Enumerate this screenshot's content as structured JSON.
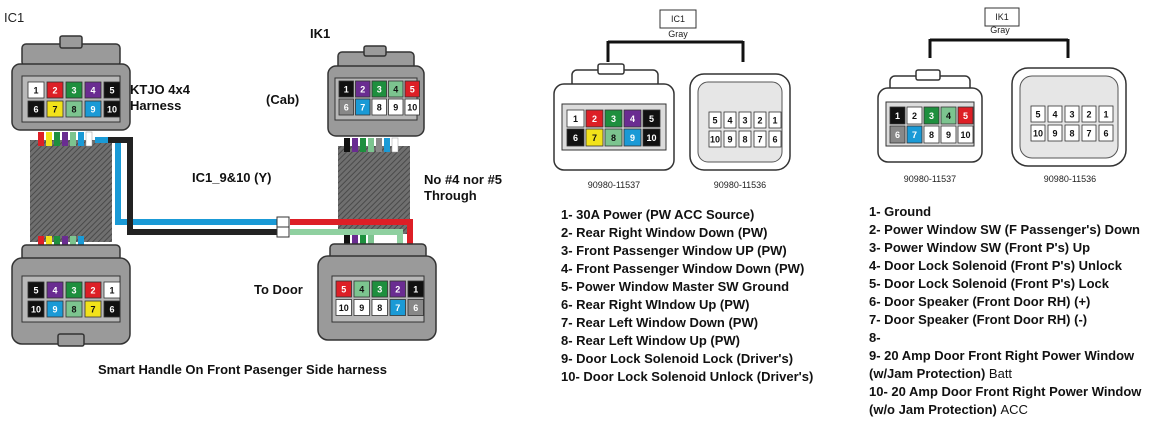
{
  "left": {
    "ic1_title": "IC1",
    "ik1_title": "IK1",
    "harness_line1": "KTJO 4x4",
    "harness_line2": "Harness",
    "cab": "(Cab)",
    "ic1_wire": "IC1_9&10 (Y)",
    "no45_line1": "No #4 nor #5",
    "no45_line2": "Through",
    "to_door": "To Door",
    "caption": "Smart Handle On Front Pasenger Side harness"
  },
  "connectors": {
    "ic1_top": {
      "row1": [
        {
          "n": "1",
          "color": "#ffffff"
        },
        {
          "n": "2",
          "color": "#dd1f26"
        },
        {
          "n": "3",
          "color": "#1e8f3e"
        },
        {
          "n": "4",
          "color": "#6a2c91"
        },
        {
          "n": "5",
          "color": "#111111"
        }
      ],
      "row2": [
        {
          "n": "6",
          "color": "#111111"
        },
        {
          "n": "7",
          "color": "#f2e21a"
        },
        {
          "n": "8",
          "color": "#7cc48f"
        },
        {
          "n": "9",
          "color": "#1a9ad6"
        },
        {
          "n": "10",
          "color": "#111111"
        }
      ]
    },
    "ic1_bottom": {
      "row1": [
        {
          "n": "5",
          "color": "#111111"
        },
        {
          "n": "4",
          "color": "#6a2c91"
        },
        {
          "n": "3",
          "color": "#1e8f3e"
        },
        {
          "n": "2",
          "color": "#dd1f26"
        },
        {
          "n": "1",
          "color": "#ffffff"
        }
      ],
      "row2": [
        {
          "n": "10",
          "color": "#111111"
        },
        {
          "n": "9",
          "color": "#1a9ad6"
        },
        {
          "n": "8",
          "color": "#7cc48f"
        },
        {
          "n": "7",
          "color": "#f2e21a"
        },
        {
          "n": "6",
          "color": "#111111"
        }
      ]
    },
    "ik1_top": {
      "row1": [
        {
          "n": "1",
          "color": "#111111"
        },
        {
          "n": "2",
          "color": "#6a2c91"
        },
        {
          "n": "3",
          "color": "#1e8f3e"
        },
        {
          "n": "4",
          "color": "#7cc48f"
        },
        {
          "n": "5",
          "color": "#dd1f26"
        }
      ],
      "row2": [
        {
          "n": "6",
          "color": "#888888"
        },
        {
          "n": "7",
          "color": "#1a9ad6"
        },
        {
          "n": "8",
          "color": "#ffffff"
        },
        {
          "n": "9",
          "color": "#ffffff"
        },
        {
          "n": "10",
          "color": "#ffffff"
        }
      ]
    },
    "ik1_bottom": {
      "row1": [
        {
          "n": "5",
          "color": "#dd1f26"
        },
        {
          "n": "4",
          "color": "#7cc48f"
        },
        {
          "n": "3",
          "color": "#1e8f3e"
        },
        {
          "n": "2",
          "color": "#6a2c91"
        },
        {
          "n": "1",
          "color": "#111111"
        }
      ],
      "row2": [
        {
          "n": "10",
          "color": "#ffffff"
        },
        {
          "n": "9",
          "color": "#ffffff"
        },
        {
          "n": "8",
          "color": "#ffffff"
        },
        {
          "n": "7",
          "color": "#1a9ad6"
        },
        {
          "n": "6",
          "color": "#888888"
        }
      ]
    },
    "ic1_pin": {
      "row1": [
        {
          "n": "1",
          "color": "#ffffff"
        },
        {
          "n": "2",
          "color": "#dd1f26"
        },
        {
          "n": "3",
          "color": "#1e8f3e"
        },
        {
          "n": "4",
          "color": "#6a2c91"
        },
        {
          "n": "5",
          "color": "#111111"
        }
      ],
      "row2": [
        {
          "n": "6",
          "color": "#111111"
        },
        {
          "n": "7",
          "color": "#f2e21a"
        },
        {
          "n": "8",
          "color": "#7cc48f"
        },
        {
          "n": "9",
          "color": "#1a9ad6"
        },
        {
          "n": "10",
          "color": "#111111"
        }
      ]
    },
    "ik1_pin": {
      "row1": [
        {
          "n": "1",
          "color": "#111111"
        },
        {
          "n": "2",
          "color": "#ffffff"
        },
        {
          "n": "3",
          "color": "#1e8f3e"
        },
        {
          "n": "4",
          "color": "#7cc48f"
        },
        {
          "n": "5",
          "color": "#dd1f26"
        }
      ],
      "row2": [
        {
          "n": "6",
          "color": "#888888"
        },
        {
          "n": "7",
          "color": "#1a9ad6"
        },
        {
          "n": "8",
          "color": "#ffffff"
        },
        {
          "n": "9",
          "color": "#ffffff"
        },
        {
          "n": "10",
          "color": "#ffffff"
        }
      ]
    },
    "ic1_socket": {
      "row1": [
        "5",
        "4",
        "3",
        "2",
        "1"
      ],
      "row2": [
        "10",
        "9",
        "8",
        "7",
        "6"
      ]
    },
    "ik1_socket": {
      "row1": [
        "5",
        "4",
        "3",
        "2",
        "1"
      ],
      "row2": [
        "10",
        "9",
        "8",
        "7",
        "6"
      ]
    }
  },
  "wire_colors": {
    "blue": "#1a9ad6",
    "black": "#222222",
    "red": "#dd1f26",
    "light_green": "#8fd0a0"
  },
  "middle": {
    "ic1_box": "IC1",
    "ic1_color": "Gray",
    "ic1_part_a": "90980-11537",
    "ic1_part_b": "90980-11536",
    "ic1_list": [
      "1- 30A Power (PW ACC Source)",
      "2- Rear Right Window Down (PW)",
      "3- Front Passenger Window UP (PW)",
      "4- Front Passenger Window Down (PW)",
      "5- Power Window Master SW Ground",
      "6- Rear Right WIndow Up (PW)",
      "7- Rear Left Window Down (PW)",
      "8- Rear Left Window Up (PW)",
      "9- Door Lock Solenoid Lock (Driver's)",
      "10- Door Lock Solenoid Unlock (Driver's)"
    ]
  },
  "right": {
    "ik1_box": "IK1",
    "ik1_color": "Gray",
    "ik1_part_a": "90980-11537",
    "ik1_part_b": "90980-11536",
    "ik1_list": [
      "1- Ground",
      "2- Power Window SW (F Passenger's) Down",
      "3- Power Window SW (Front P's) Up",
      "4- Door Lock Solenoid (Front P's) Unlock",
      "5- Door Lock Solenoid (Front P's) Lock",
      "6- Door Speaker (Front Door RH) (+)",
      "7- Door Speaker (Front Door RH) (-)",
      "8-",
      "9- 20 Amp Door Front Right Power Window",
      "(w/Jam Protection)",
      "Batt",
      "10- 20 Amp Door Front Right Power Window",
      "(w/o Jam Protection)",
      "ACC"
    ]
  }
}
